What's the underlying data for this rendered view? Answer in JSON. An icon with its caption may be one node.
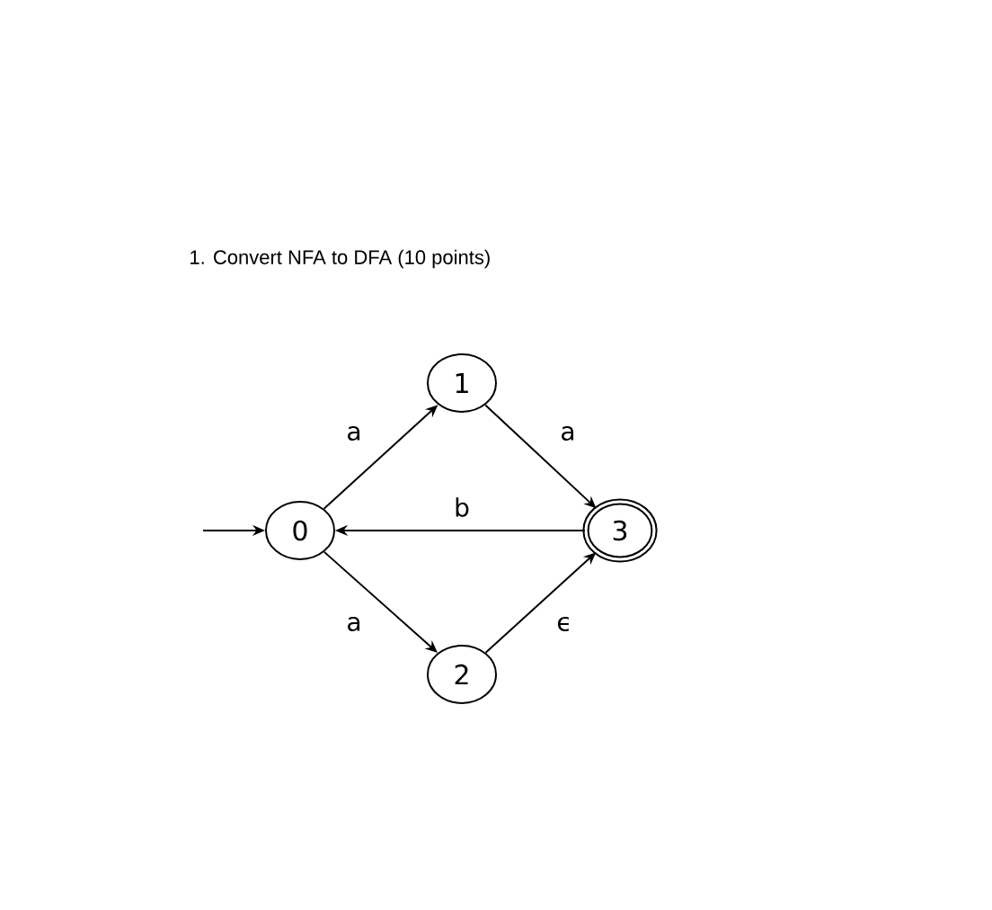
{
  "diagram": {
    "title": "1.  Convert NFA to DFA  (10 points)",
    "nodes": [
      {
        "text": [
          "0"
        ]
      },
      {
        "text": [
          "1"
        ]
      },
      {
        "text": [
          "2"
        ]
      },
      {
        "text": [
          "3"
        ]
      }
    ],
    "edges": [
      {
        "from": null,
        "to": 0,
        "arrow": "to"
      },
      {
        "from": 0,
        "to": 1,
        "label": "a",
        "arrow": "to"
      },
      {
        "from": 1,
        "to": 3,
        "label": "a",
        "arrow": "to"
      },
      {
        "from": 3,
        "to": 0,
        "label": "b",
        "arrow": "to"
      },
      {
        "from": 0,
        "to": 2,
        "label": "a",
        "arrow": "to"
      },
      {
        "from": 2,
        "to": 3,
        "label": "ϵ",
        "arrow": "to"
      }
    ]
  }
}
